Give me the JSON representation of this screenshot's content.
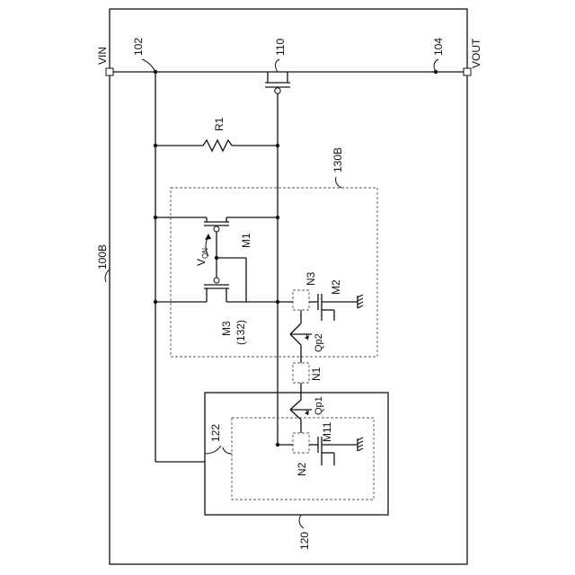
{
  "labels": {
    "vin": "VIN",
    "vout": "VOUT",
    "ref_102": "102",
    "ref_104": "104",
    "ref_110": "110",
    "ref_100b": "100B",
    "ref_130b": "130B",
    "ref_120": "120",
    "ref_122": "122",
    "r1": "R1",
    "m1": "M1",
    "m2": "M2",
    "m3": "M3",
    "ref_132": "(132)",
    "m11": "M11",
    "n1": "N1",
    "n2": "N2",
    "n3": "N3",
    "qp1": "Qp1",
    "qp2": "Qp2",
    "von_main": "V",
    "von_sub": "ON"
  }
}
